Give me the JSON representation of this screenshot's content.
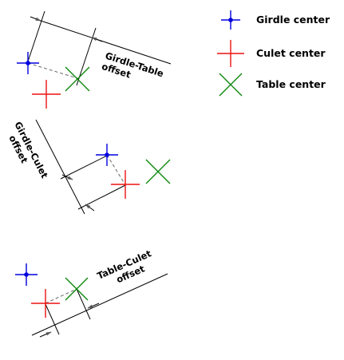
{
  "colors": {
    "girdle": "#0000dd",
    "culet": "#ee1111",
    "table": "#118811",
    "line": "#000000",
    "dash": "#666666"
  },
  "legend": {
    "items": [
      {
        "label": "Girdle center",
        "icon": "girdle-center-icon"
      },
      {
        "label": "Culet center",
        "icon": "culet-center-icon"
      },
      {
        "label": "Table center",
        "icon": "table-center-icon"
      }
    ]
  },
  "panels": {
    "girdle_table": {
      "label_line1": "Girdle-Table",
      "label_line2": "offset"
    },
    "girdle_culet": {
      "label_line1": "Girdle-Culet",
      "label_line2": "offset"
    },
    "table_culet": {
      "label_line1": "Table-Culet",
      "label_line2": "offset"
    }
  }
}
